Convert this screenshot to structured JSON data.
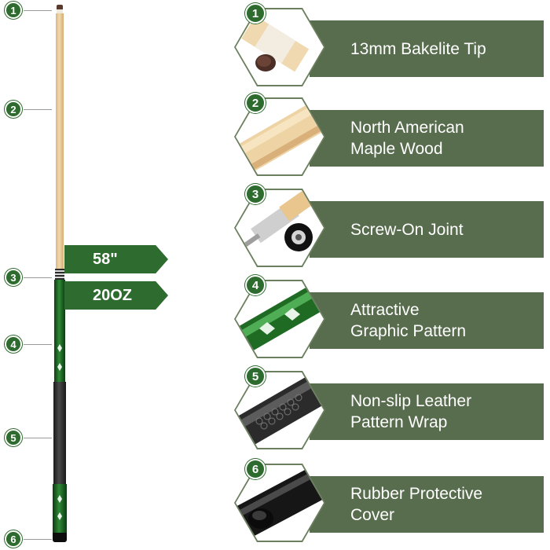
{
  "colors": {
    "accent_green": "#2e6b2e",
    "banner_green": "#586c4e",
    "hex_border": "#6b7f5f"
  },
  "specs": {
    "length": "58\"",
    "weight": "20OZ"
  },
  "markers": [
    "1",
    "2",
    "3",
    "4",
    "5",
    "6"
  ],
  "features": [
    {
      "number": "1",
      "label": "13mm Bakelite Tip",
      "icon": "bakelite-tip-image"
    },
    {
      "number": "2",
      "label": "North American\nMaple Wood",
      "icon": "maple-wood-image"
    },
    {
      "number": "3",
      "label": "Screw-On Joint",
      "icon": "screw-joint-image"
    },
    {
      "number": "4",
      "label": "Attractive\nGraphic Pattern",
      "icon": "graphic-pattern-image"
    },
    {
      "number": "5",
      "label": "Non-slip Leather\nPattern Wrap",
      "icon": "leather-wrap-image"
    },
    {
      "number": "6",
      "label": "Rubber Protective\nCover",
      "icon": "rubber-cover-image"
    }
  ]
}
